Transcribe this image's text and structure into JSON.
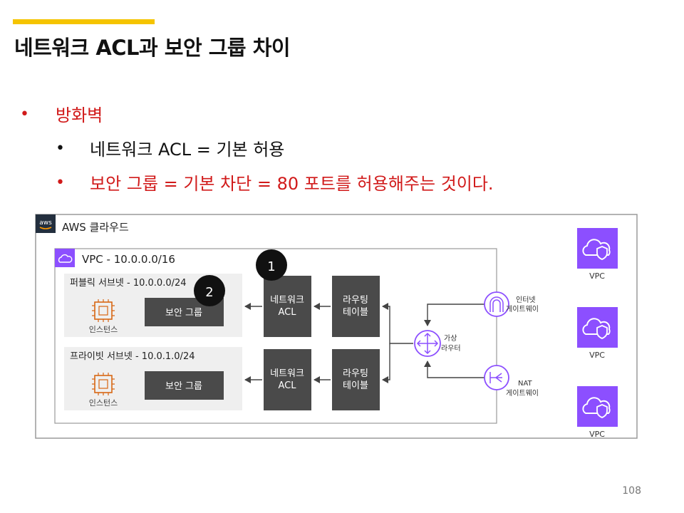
{
  "title": "네트워크 ACL과 보안 그룹 차이",
  "bullets": [
    {
      "text": "방화벽",
      "color": "#d11a1a",
      "level": 1
    },
    {
      "text": "네트워크 ACL = 기본 허용",
      "color": "#111111",
      "level": 2
    },
    {
      "text": "보안 그룹 = 기본 차단 = 80 포트를 허용해주는 것이다.",
      "color": "#d11a1a",
      "level": 2
    }
  ],
  "diagram": {
    "cloud_label": "AWS 클라우드",
    "aws_logo_text": "aws",
    "vpc_label": "VPC - 10.0.0.0/16",
    "public_subnet": "퍼블릭 서브넷 - 10.0.0.0/24",
    "private_subnet": "프라이빗 서브넷 - 10.0.1.0/24",
    "instance_label": "인스턴스",
    "security_group": "보안 그룹",
    "acl_line1": "네트워크",
    "acl_line2": "ACL",
    "routing_line1": "라우팅",
    "routing_line2": "테이블",
    "router_line1": "가상",
    "router_line2": "라우터",
    "igw_line1": "인터넷",
    "igw_line2": "게이트웨이",
    "nat_line1": "NAT",
    "nat_line2": "게이트웨이",
    "marker_1": "1",
    "marker_2": "2",
    "vpc_icon_label": "VPC",
    "colors": {
      "dark_box": "#4a4a4a",
      "vpc_purple": "#8c4fff",
      "instance_orange": "#d86613",
      "subnet_bg": "#efefef"
    }
  },
  "page_number": "108"
}
